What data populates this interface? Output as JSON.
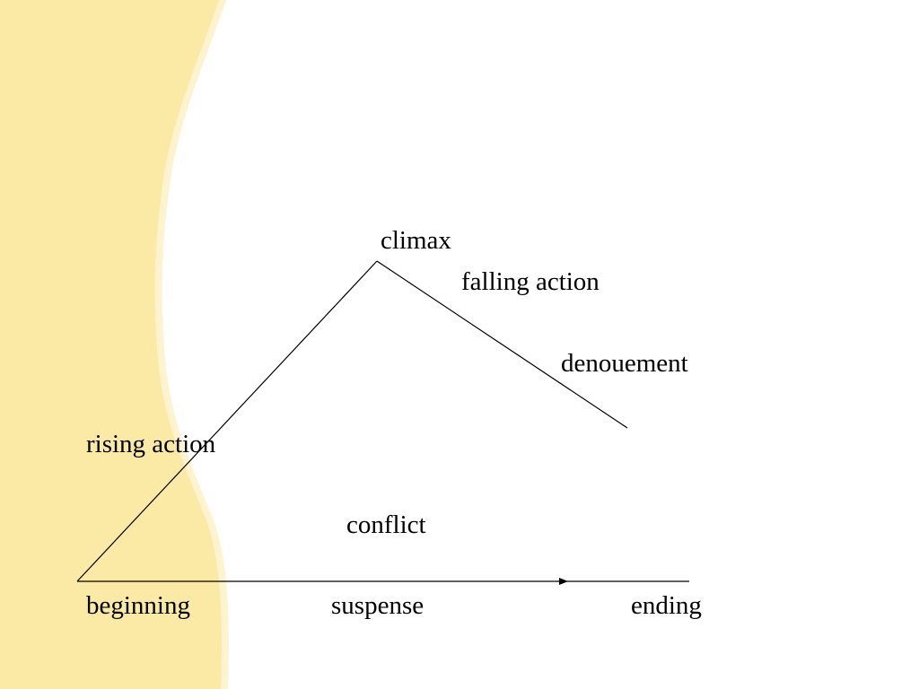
{
  "theme": {
    "band_fill": "#FBE9A6",
    "band_edge": "#FDF3CF",
    "line_color": "#000000"
  },
  "labels": {
    "climax": "climax",
    "falling_action": "falling action",
    "denouement": "denouement",
    "rising_action": "rising action",
    "conflict": "conflict",
    "beginning": "beginning",
    "suspense": "suspense",
    "ending": "ending"
  }
}
